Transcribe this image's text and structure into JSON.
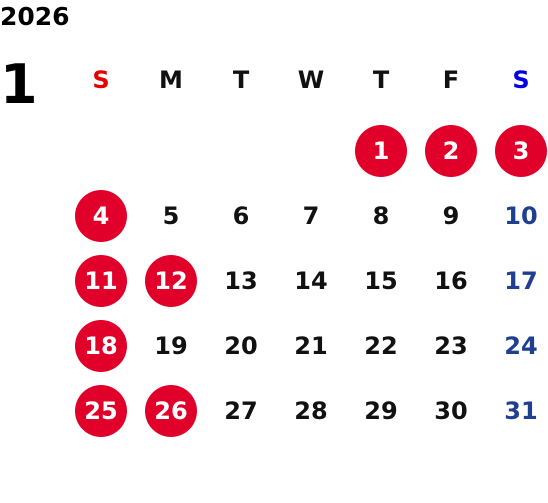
{
  "year": "2026",
  "month": "1",
  "colors": {
    "holiday_circle": "#e0002a",
    "sunday_header": "#e60000",
    "saturday_header": "#0000e6",
    "saturday_number": "#1f3f8f",
    "text": "#111111"
  },
  "weekdays": [
    "S",
    "M",
    "T",
    "W",
    "T",
    "F",
    "S"
  ],
  "weeks": [
    [
      null,
      null,
      null,
      null,
      {
        "d": "1",
        "holiday": true
      },
      {
        "d": "2",
        "holiday": true
      },
      {
        "d": "3",
        "holiday": true
      }
    ],
    [
      {
        "d": "4",
        "holiday": true
      },
      {
        "d": "5"
      },
      {
        "d": "6"
      },
      {
        "d": "7"
      },
      {
        "d": "8"
      },
      {
        "d": "9"
      },
      {
        "d": "10"
      }
    ],
    [
      {
        "d": "11",
        "holiday": true
      },
      {
        "d": "12",
        "holiday": true
      },
      {
        "d": "13"
      },
      {
        "d": "14"
      },
      {
        "d": "15"
      },
      {
        "d": "16"
      },
      {
        "d": "17"
      }
    ],
    [
      {
        "d": "18",
        "holiday": true
      },
      {
        "d": "19"
      },
      {
        "d": "20"
      },
      {
        "d": "21"
      },
      {
        "d": "22"
      },
      {
        "d": "23"
      },
      {
        "d": "24"
      }
    ],
    [
      {
        "d": "25",
        "holiday": true
      },
      {
        "d": "26",
        "holiday": true
      },
      {
        "d": "27"
      },
      {
        "d": "28"
      },
      {
        "d": "29"
      },
      {
        "d": "30"
      },
      {
        "d": "31"
      }
    ]
  ]
}
